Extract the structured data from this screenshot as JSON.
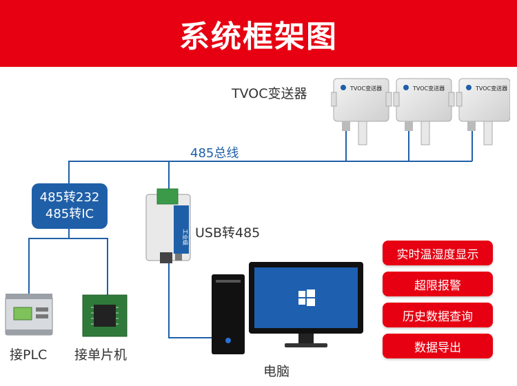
{
  "title": "系统框架图",
  "sensors": {
    "label": "TVOC变送器",
    "device_text": "TVOC变送器"
  },
  "bus": {
    "label": "485总线"
  },
  "converter": {
    "line1": "485转232",
    "line2": "485转IC"
  },
  "usb": {
    "label": "USB转485",
    "device_text": "工业级"
  },
  "plc": {
    "label": "接PLC"
  },
  "mcu": {
    "label": "接单片机"
  },
  "computer": {
    "label": "电脑"
  },
  "features": [
    {
      "label": "实时温湿度显示"
    },
    {
      "label": "超限报警"
    },
    {
      "label": "历史数据查询"
    },
    {
      "label": "数据导出"
    }
  ],
  "colors": {
    "header": "#e60012",
    "line": "#1f5fa8",
    "feature": "#e60012"
  }
}
